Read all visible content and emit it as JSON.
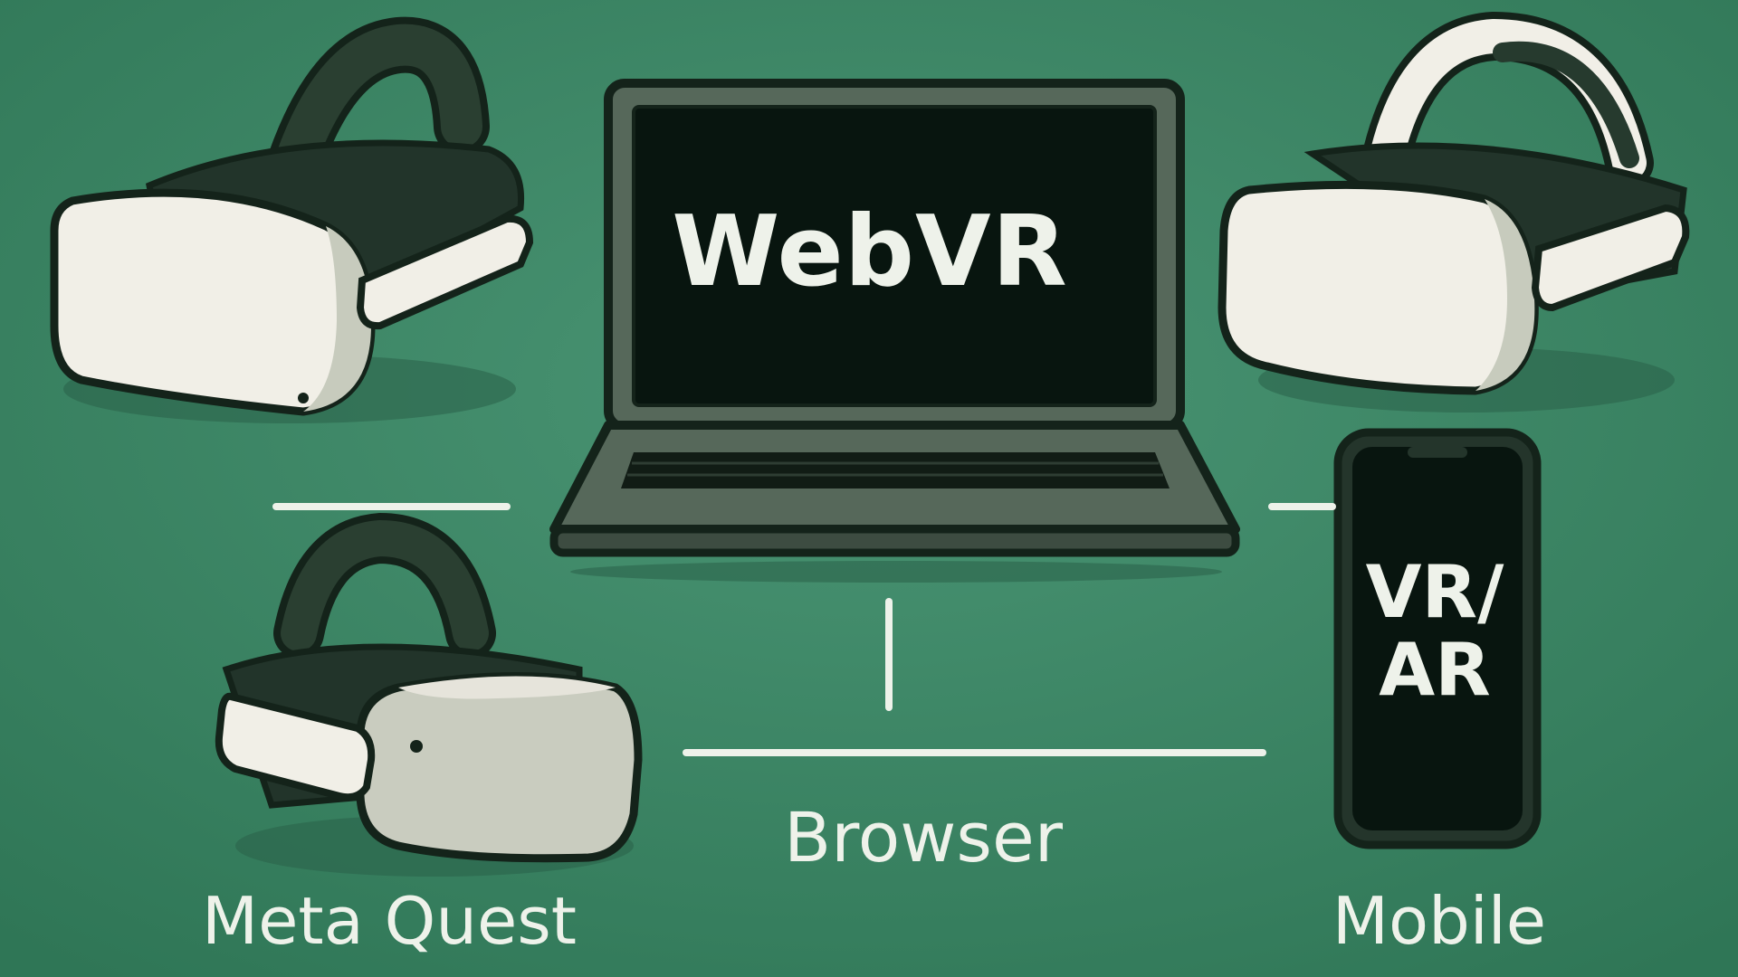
{
  "labels": {
    "laptop_screen": "WebVR",
    "phone_screen_line1": "VR/",
    "phone_screen_line2": "AR",
    "browser": "Browser",
    "meta_quest": "Meta Quest",
    "mobile": "Mobile"
  },
  "icons": {
    "laptop": "laptop-icon",
    "phone": "smartphone-icon",
    "headset": "vr-headset-icon",
    "arrow_left": "arrow-left-icon",
    "arrow_down": "arrow-down-icon",
    "arrow_both": "arrow-left-right-icon"
  },
  "colors": {
    "background": "#3f8a68",
    "outline": "#14231a",
    "headset_white": "#f1efe7",
    "strap": "#263a2e",
    "screen": "#08150f",
    "laptop_body": "#56685a",
    "arrow": "#eef2ea"
  }
}
